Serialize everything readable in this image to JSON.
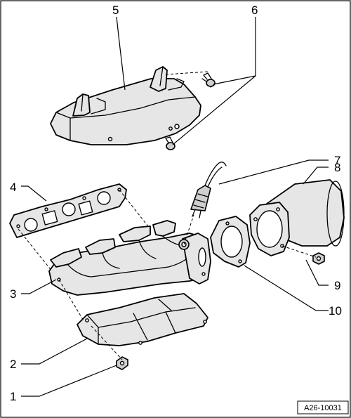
{
  "callouts": {
    "c1": "1",
    "c2": "2",
    "c3": "3",
    "c4": "4",
    "c5": "5",
    "c6": "6",
    "c7": "7",
    "c8": "8",
    "c9": "9",
    "c10": "10"
  },
  "reference_code": "A26-10031",
  "colors": {
    "line": "#000000",
    "part_fill": "#e6e6e6",
    "background": "#ffffff"
  }
}
